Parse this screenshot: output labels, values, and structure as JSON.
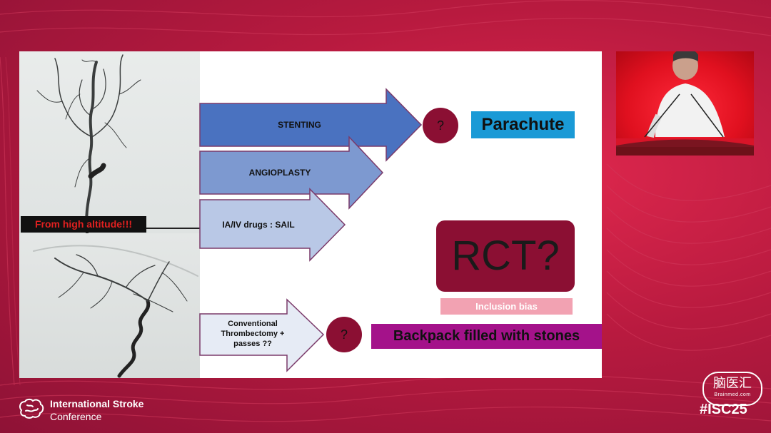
{
  "slide": {
    "angiogram_label": "From high altitude!!!",
    "arrows": [
      {
        "text": "STENTING",
        "color": "#4a72c0"
      },
      {
        "text": "ANGIOPLASTY",
        "color": "#7d99d0"
      },
      {
        "text": "IA/IV drugs : SAIL",
        "color": "#b9c8e6"
      },
      {
        "text": "Conventional Thrombectomy + passes ??",
        "color": "#e6ebf5"
      }
    ],
    "question_mark": "?",
    "parachute": "Parachute",
    "rct": "RCT?",
    "inclusion_bias": "Inclusion bias",
    "backpack": "Backpack filled with stones"
  },
  "colors": {
    "accent": "#8b0f33",
    "parachute_bg": "#1a9ad6",
    "backpack_bg": "#a4128a",
    "inclusion_bg": "#f2a2b2",
    "frame_bg": "#c81e44"
  },
  "footer": {
    "conference_line1": "International Stroke",
    "conference_line2": "Conference",
    "hashtag": "#ISC25",
    "watermark_title": "脑医汇",
    "watermark_sub": "Brainmed.com"
  },
  "icons": {
    "conference_logo": "brain-logo-icon"
  }
}
